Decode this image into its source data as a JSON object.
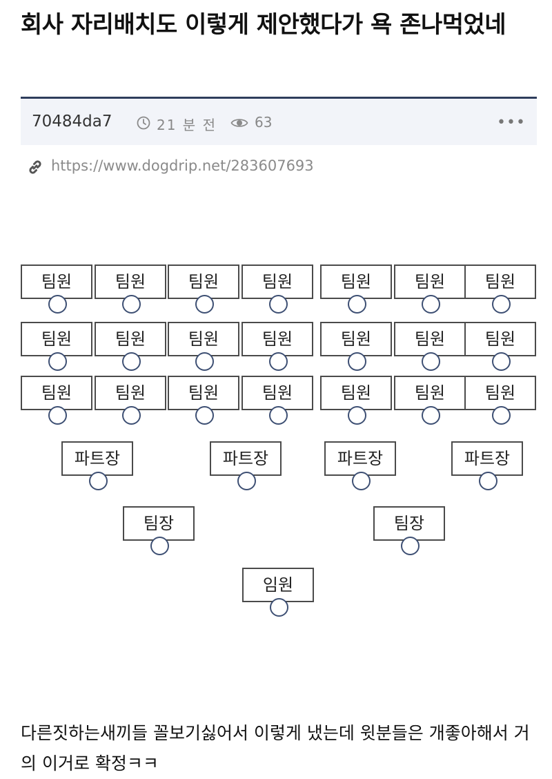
{
  "post": {
    "title": "회사 자리배치도 이렇게 제안했다가 욕 존나먹었네",
    "author": "70484da7",
    "time_ago": "21 분 전",
    "views": "63",
    "more_icon": "more-dots-icon",
    "url": "https://www.dogdrip.net/283607693",
    "caption": "다른짓하는새끼들 꼴보기싫어서 이렇게 냈는데 윗분들은 개좋아해서 거의 이거로 확정ㅋㅋ"
  },
  "seating": {
    "member_label": "팀원",
    "part_leader_label": "파트장",
    "team_leader_label": "팀장",
    "executive_label": "임원",
    "member_rows": 3,
    "member_per_row": 7,
    "part_leaders": 4,
    "team_leaders": 2,
    "executives": 1
  },
  "colors": {
    "meta_bar_bg": "#f2f4f9",
    "meta_bar_border": "#2e3d5c",
    "desk_border": "#4a4a4a",
    "chair_border": "#3d4f73"
  }
}
